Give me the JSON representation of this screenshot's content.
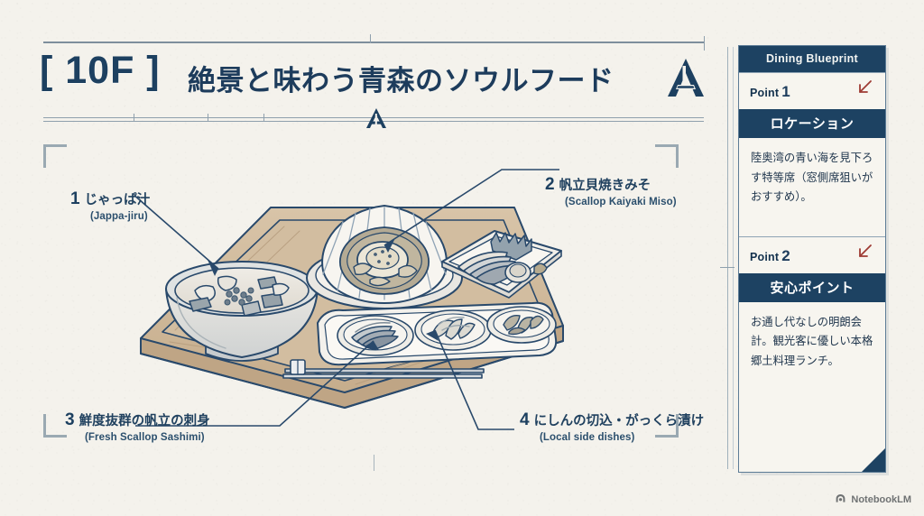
{
  "header": {
    "floor_badge": "[ 10F ]",
    "title": "絶景と味わう青森のソウルフード",
    "logo_mark": "A"
  },
  "illustration": {
    "name": "japanese-meal-tray-line-art",
    "description": "Isometric line illustration of a wooden Japanese meal tray with a soup bowl, a scallop shell dish, a sashimi plate, a three-compartment side dish tray and chopsticks."
  },
  "callouts": [
    {
      "number": "1",
      "ja": "じゃっぱ汁",
      "en": "(Jappa-jiru)"
    },
    {
      "number": "2",
      "ja": "帆立貝焼きみそ",
      "en": "(Scallop Kaiyaki Miso)"
    },
    {
      "number": "3",
      "ja": "鮮度抜群の帆立の刺身",
      "en": "(Fresh Scallop Sashimi)"
    },
    {
      "number": "4",
      "ja": "にしんの切込・がっくら漬け",
      "en": "(Local side dishes)"
    }
  ],
  "sidebar": {
    "panel_title": "Dining Blueprint",
    "points": [
      {
        "label": "Point",
        "number": "1",
        "band": "ロケーション",
        "body": "陸奥湾の青い海を見下ろす特等席（窓側席狙いがおすすめ）。"
      },
      {
        "label": "Point",
        "number": "2",
        "band": "安心ポイント",
        "body": "お通し代なしの明朗会計。観光客に優しい本格郷土料理ランチ。"
      }
    ]
  },
  "footer": {
    "watermark": "NotebookLM"
  },
  "colors": {
    "background": "#f4f2ec",
    "navy": "#1d4262",
    "ink": "#1d3c5c",
    "rule": "#8fa0ad",
    "accent_red": "#9e3b34",
    "wood": "#cdb79a"
  }
}
